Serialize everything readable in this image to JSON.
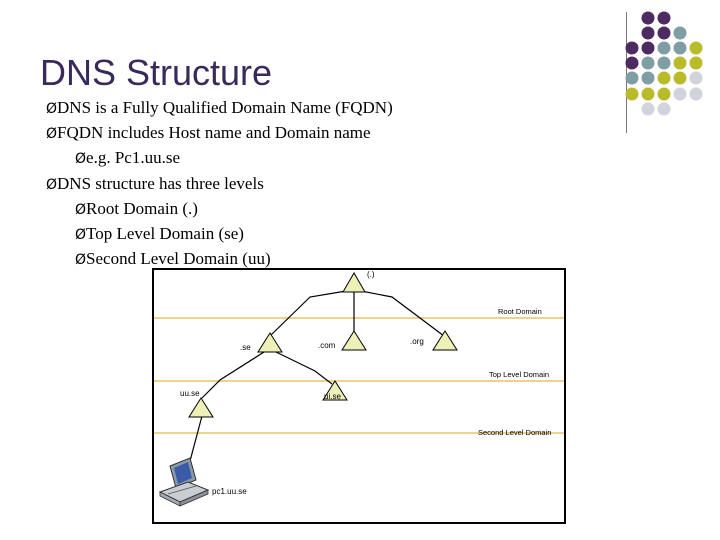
{
  "slide": {
    "title": "DNS Structure",
    "bullets": [
      {
        "level": 1,
        "text": "DNS is a Fully Qualified Domain Name (FQDN)"
      },
      {
        "level": 1,
        "text": "FQDN includes Host name and Domain name"
      },
      {
        "level": 2,
        "text": "e.g. Pc1.uu.se"
      },
      {
        "level": 1,
        "text": "DNS structure has three levels"
      },
      {
        "level": 2,
        "text": "Root Domain (.)"
      },
      {
        "level": 2,
        "text": "Top Level Domain (se)"
      },
      {
        "level": 2,
        "text": "Second Level Domain (uu)"
      }
    ],
    "bullet_glyph": "Ø"
  },
  "decoration": {
    "dot_colors": {
      "purple": "#4e2a62",
      "teal": "#7f9ea3",
      "olive": "#b9bb2a",
      "gray": "#d3d3dd"
    }
  },
  "diagram": {
    "level_labels": {
      "root": "Root Domain",
      "top": "Top Level Domain",
      "second": "Second Level Domain"
    },
    "node_labels": {
      "root": "(.)",
      "se": ".se",
      "com": ".com",
      "org": ".org",
      "uu": "uu.se",
      "ui": "ui.se",
      "pc": "pc1.uu.se"
    },
    "colors": {
      "band": "#e8c462",
      "node_fill": "#efefb8",
      "border": "#000000"
    }
  }
}
